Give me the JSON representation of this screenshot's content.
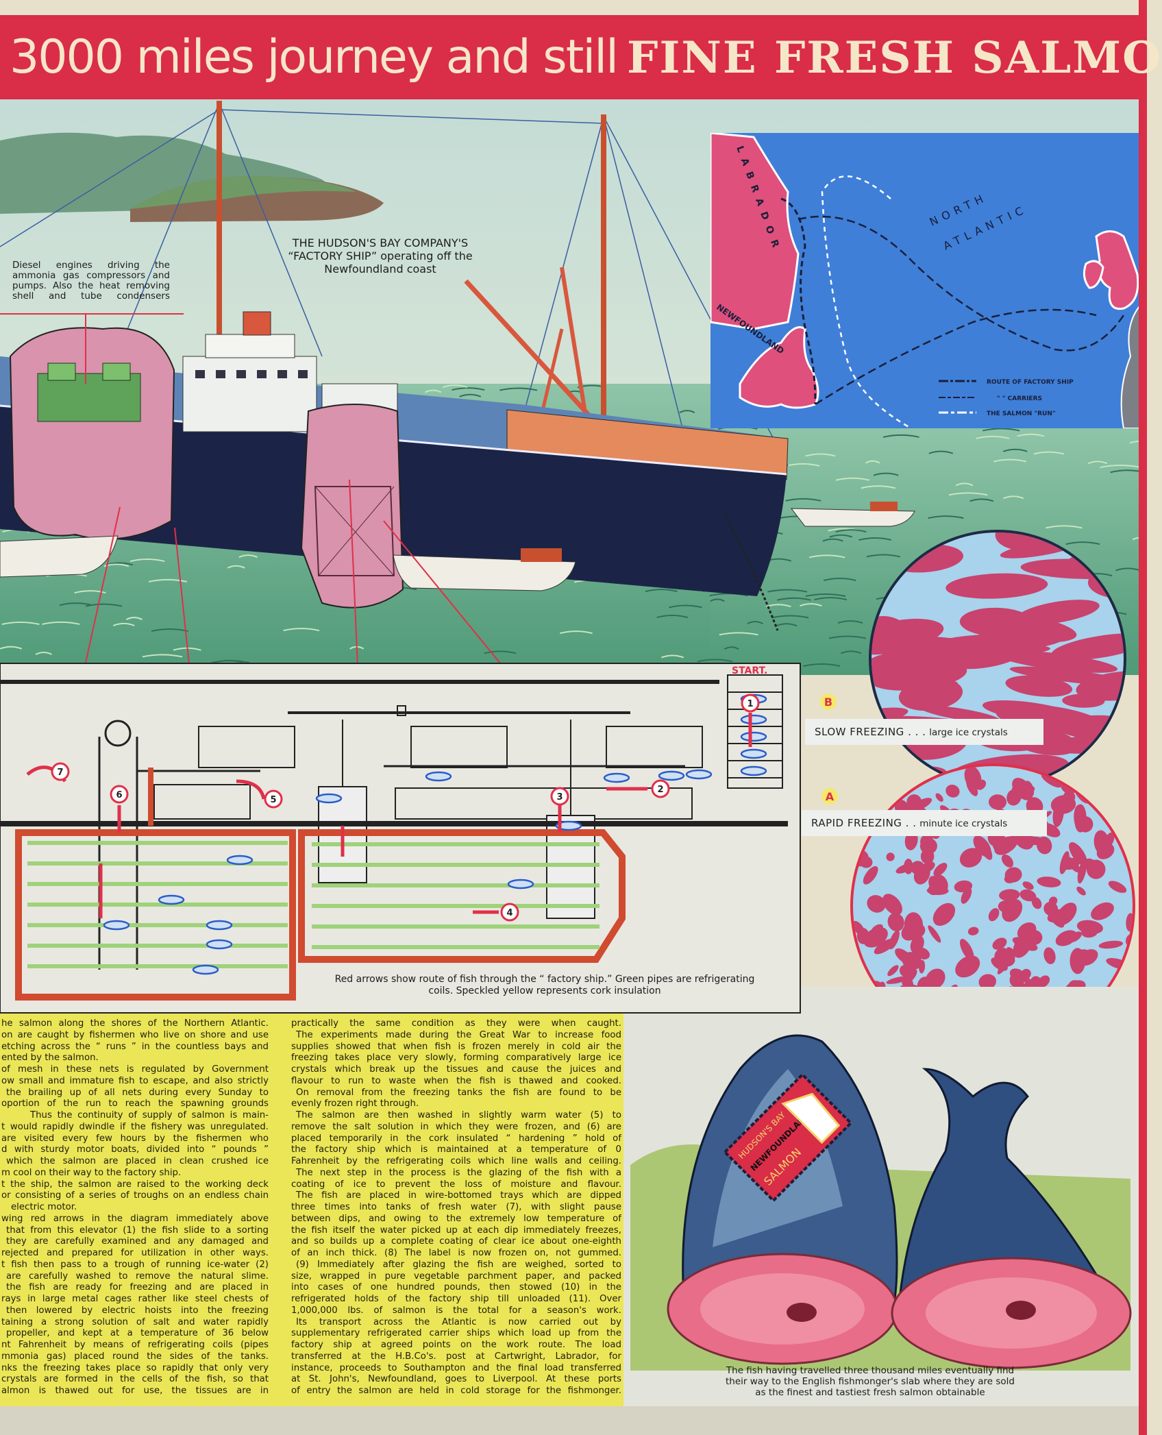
{
  "header": {
    "title_part1": "3000 miles journey and still",
    "title_part2": "FINE FRESH SALMON"
  },
  "illustration": {
    "diesel_note": "Diesel engines driving the ammonia gas compressors and pumps. Also the heat removing shell and tube condensers",
    "ship_caption_line1": "THE HUDSON'S BAY COMPANY'S",
    "ship_caption_line2": "“FACTORY SHIP” operating off the",
    "ship_caption_line3": "Newfoundland coast"
  },
  "map": {
    "labels": {
      "labrador": "LABRADOR",
      "newfoundland": "NEWFOUNDLAND",
      "north": "NORTH",
      "atlantic": "ATLANTIC"
    },
    "legend": [
      {
        "label": "ROUTE OF  FACTORY SHIP",
        "color": "#1a1f3a"
      },
      {
        "label": "\"   \"   CARRIERS",
        "color": "#1a1f3a"
      },
      {
        "label": "THE SALMON \"RUN\"",
        "color": "#ffffff"
      }
    ],
    "colors": {
      "sea": "#3f7fd8",
      "land": "#e0507c",
      "europe": "#7d7f86"
    }
  },
  "diagram": {
    "start_label": "START.",
    "steps": [
      "1",
      "2",
      "3",
      "4",
      "5",
      "6",
      "7"
    ],
    "caption": "Red arrows show route of fish through the “ factory ship.”  Green pipes are refrigerating coils.  Speckled yellow represents cork insulation"
  },
  "freezing": {
    "slow": {
      "marker": "B",
      "title": "SLOW FREEZING . . .",
      "desc": "large ice crystals"
    },
    "rapid": {
      "marker": "A",
      "title": "RAPID FREEZING  . .",
      "desc": "minute ice crystals"
    }
  },
  "fish_label": {
    "line1": "HUDSON'S BAY",
    "line2": "NEWFOUNDLAND",
    "line3": "SALMON"
  },
  "fish_caption": "The fish having travelled three thousand miles eventually find their way to the English fishmonger's slab where they are sold as the finest and tastiest fresh salmon obtainable",
  "article": {
    "column1": [
      "he salmon along the shores of the Northern Atlantic.",
      "on are caught by fishermen who live on shore and use",
      "etching across the “ runs ” in the countless bays and",
      "ented by the salmon.",
      "of mesh in these nets is regulated by Government",
      "ow small and immature fish to escape, and also strictly",
      " the brailing up of all nets during every Sunday to",
      "oportion of the run to reach the spawning grounds",
      "      Thus the continuity of supply of salmon is main-",
      "t would rapidly dwindle if the fishery was unregulated.",
      "are visited every few hours by the fishermen who",
      "d with sturdy motor boats, divided into “ pounds ”",
      " which the salmon are placed in clean crushed ice",
      "m cool on their way to the factory ship.",
      "t the ship, the salmon are raised to the working deck",
      "or consisting of a series of troughs on an endless chain",
      "  electric motor.",
      "wing red arrows in the diagram immediately above",
      " that from this elevator (1) the fish slide to a sorting",
      " they are carefully examined and any damaged and",
      "rejected and prepared for utilization in other ways.",
      "t fish then pass to a trough of running ice-water (2)",
      " are carefully washed to remove the natural slime.",
      " the fish are ready for freezing and are placed in",
      "rays in large metal cages rather like steel chests of",
      " then lowered by electric hoists into the freezing",
      "taining a strong solution of salt and water rapidly",
      " propeller, and kept at a temperature of 36  below",
      "nt Fahrenheit by means of refrigerating coils (pipes",
      "mmonia gas) placed round the sides of the tanks.",
      "nks the freezing takes place so rapidly that only very",
      "crystals are formed in the cells of the fish, so that",
      "almon is thawed out for use, the tissues are in"
    ],
    "column2": [
      "practically the same condition as they were when caught.",
      " The experiments made during the Great War to increase food",
      "supplies showed that when fish is frozen merely in cold air the",
      "freezing takes place very slowly, forming comparatively large ice",
      "crystals which break up the tissues and cause the juices and",
      "flavour to run to waste when the fish is thawed and cooked.",
      " On removal from the freezing tanks the fish are found to be",
      "evenly frozen right through.",
      " The salmon are then washed in slightly warm water (5) to",
      "remove the salt solution in which they were frozen, and (6) are",
      "placed temporarily in the cork insulated “ hardening ” hold of",
      "the factory ship which is maintained at a temperature of 0",
      "Fahrenheit by the refrigerating coils which line walls and ceiling.",
      " The next step in the process is the glazing of the fish with a",
      "coating of ice to prevent the loss of moisture and flavour.",
      " The fish are placed in wire-bottomed trays which are dipped",
      "three times into tanks of fresh water (7), with slight pause",
      "between dips, and owing to the extremely low temperature of",
      "the fish itself the water picked up at each dip immediately freezes,",
      "and so builds up a complete coating of clear ice about one-eighth",
      "of an inch thick.  (8) The label is now frozen on, not gummed.",
      " (9) Immediately after glazing the fish are weighed, sorted to",
      "size, wrapped in pure vegetable parchment paper, and packed",
      "into cases of one hundred pounds, then stowed (10) in the",
      "refrigerated holds of the factory ship till unloaded (11).  Over",
      "1,000,000 lbs. of salmon is the total for a season's work.",
      " Its transport across the Atlantic is now carried out by",
      "supplementary refrigerated carrier ships which load up from the",
      "factory ship at agreed points on the work route.  The load",
      "transferred at the H.B.Co's. post at Cartwright, Labrador, for",
      "instance, proceeds to Southampton and the final load transferred",
      "at St. John's, Newfoundland, goes to Liverpool.  At these ports",
      "of entry the salmon are held in cold storage for the fishmonger."
    ]
  }
}
